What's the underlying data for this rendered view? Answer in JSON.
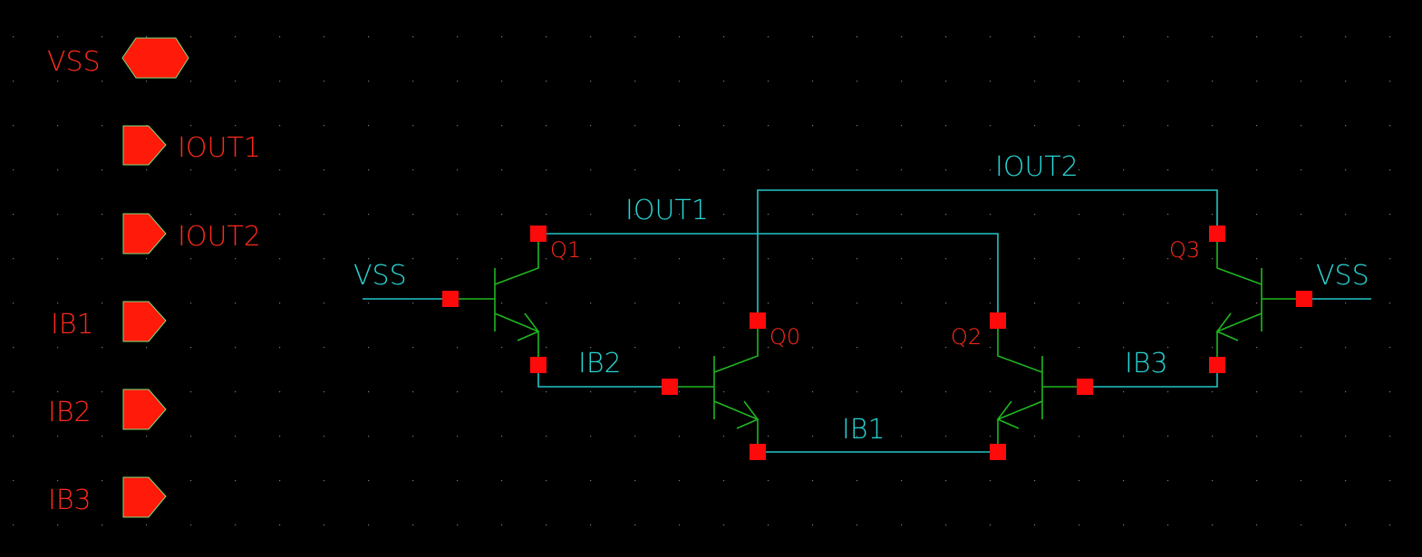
{
  "colors": {
    "background": "#000000",
    "pin": "#ff1a0a",
    "wire": "#22c6c6",
    "device": "#1fb81f",
    "net_label": "#2ad4d4",
    "instance_label": "#ff2a1a"
  },
  "pins": [
    {
      "name": "VSS",
      "type": "inout"
    },
    {
      "name": "IOUT1",
      "type": "output"
    },
    {
      "name": "IOUT2",
      "type": "output"
    },
    {
      "name": "IB1",
      "type": "input"
    },
    {
      "name": "IB2",
      "type": "input"
    },
    {
      "name": "IB3",
      "type": "input"
    }
  ],
  "net_labels": {
    "iout2": "IOUT2",
    "iout1": "IOUT1",
    "vss_left": "VSS",
    "vss_right": "VSS",
    "ib2": "IB2",
    "ib1": "IB1",
    "ib3": "IB3"
  },
  "instances": {
    "q1": "Q1",
    "q0": "Q0",
    "q2": "Q2",
    "q3": "Q3"
  }
}
